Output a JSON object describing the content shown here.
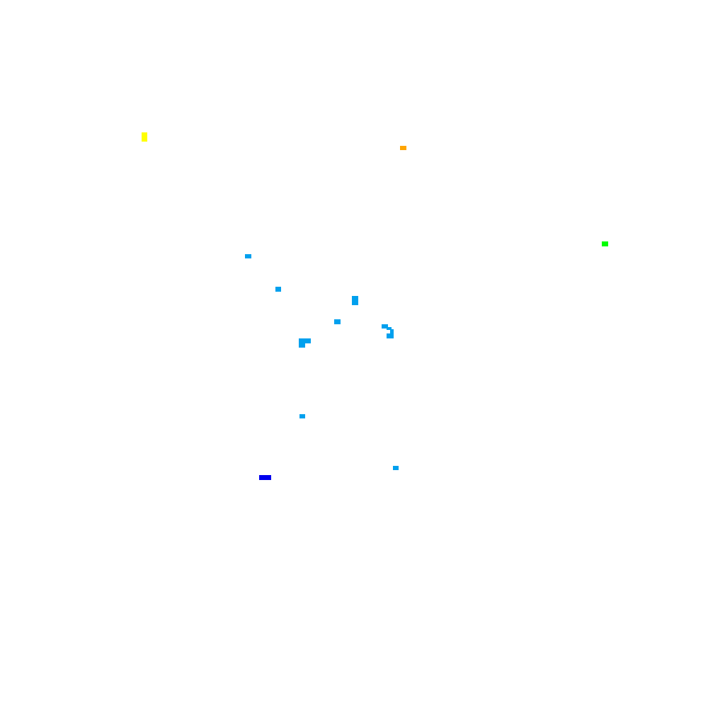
{
  "background_color": "#ffffff",
  "blobs": [
    {
      "name": "yellow-blob",
      "color": "#ffff00"
    },
    {
      "name": "orange-blob",
      "color": "#ffa500"
    },
    {
      "name": "green-blob",
      "color": "#00ff00"
    },
    {
      "name": "cyan-blob-1",
      "color": "#00a0ee"
    },
    {
      "name": "cyan-blob-2",
      "color": "#00a0ee"
    },
    {
      "name": "cyan-blob-3",
      "color": "#00a0ee"
    },
    {
      "name": "cyan-blob-4",
      "color": "#00a0ee"
    },
    {
      "name": "cyan-blob-5",
      "color": "#00a0ee"
    },
    {
      "name": "cyan-blob-6",
      "color": "#00a0ee"
    },
    {
      "name": "cyan-blob-7",
      "color": "#00a0ee"
    },
    {
      "name": "cyan-blob-8",
      "color": "#00a0ee"
    },
    {
      "name": "cyan-blob-9",
      "color": "#00a0ee"
    },
    {
      "name": "cyan-blob-10",
      "color": "#00a0ee"
    },
    {
      "name": "blue-blob",
      "color": "#0000ee"
    }
  ]
}
